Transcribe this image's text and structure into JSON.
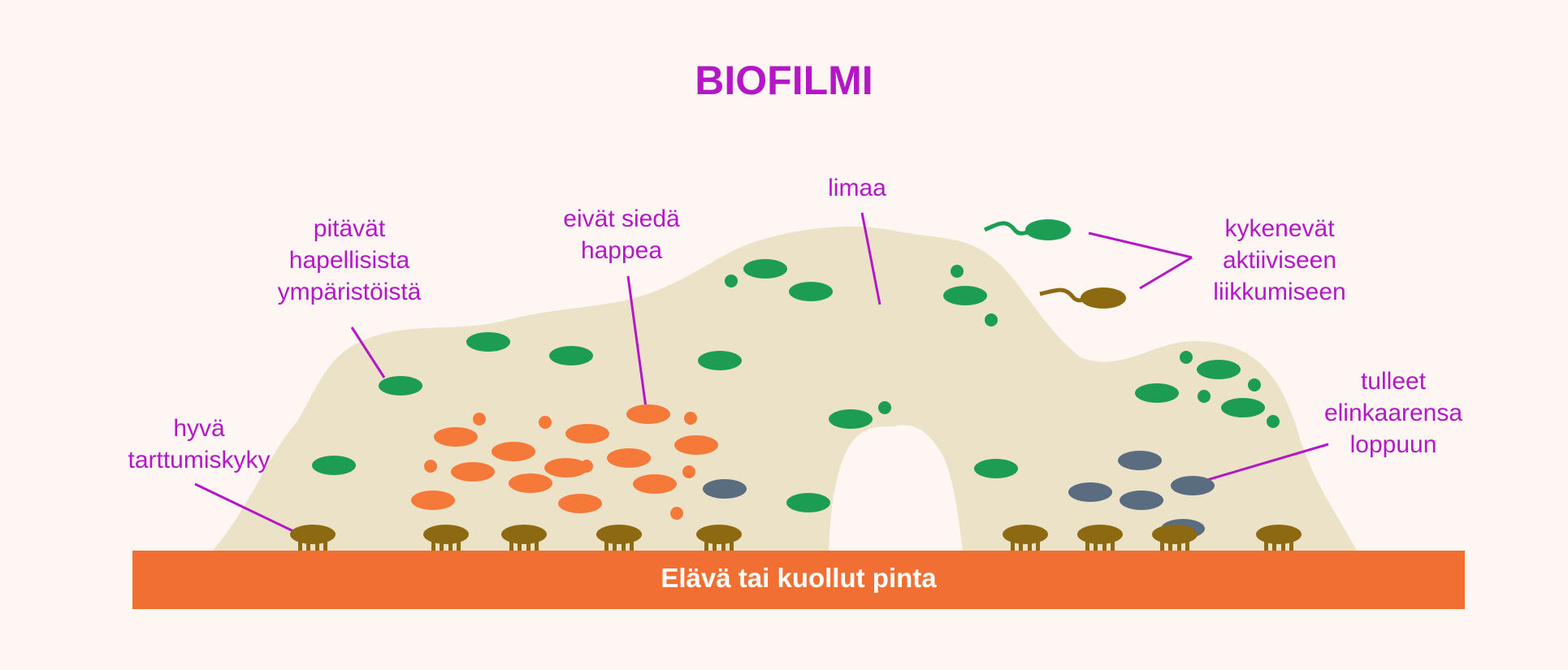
{
  "title": "BIOFILMI",
  "labels": {
    "aerobic": "pitävät\nhapellisista\nympäristöistä",
    "anaerobic": "eivät siedä\nhappea",
    "slime": "limaa",
    "motile": "kykenevät\naktiiviseen\nliikkumiseen",
    "dead": "tulleet\nelinkaarensa\nloppuun",
    "adhesion": "hyvä\ntarttumiskyky"
  },
  "surface_label": "Elävä tai kuollut pinta",
  "colors": {
    "label": "#b317c6",
    "background": "#fdf6f2",
    "slime": "#ebe2c8",
    "surface": "#f26f33",
    "green_bacteria": "#1d9d54",
    "orange_bacteria": "#f57a3a",
    "grey_bacteria": "#5a6c80",
    "brown_bacteria": "#8d6a12"
  }
}
